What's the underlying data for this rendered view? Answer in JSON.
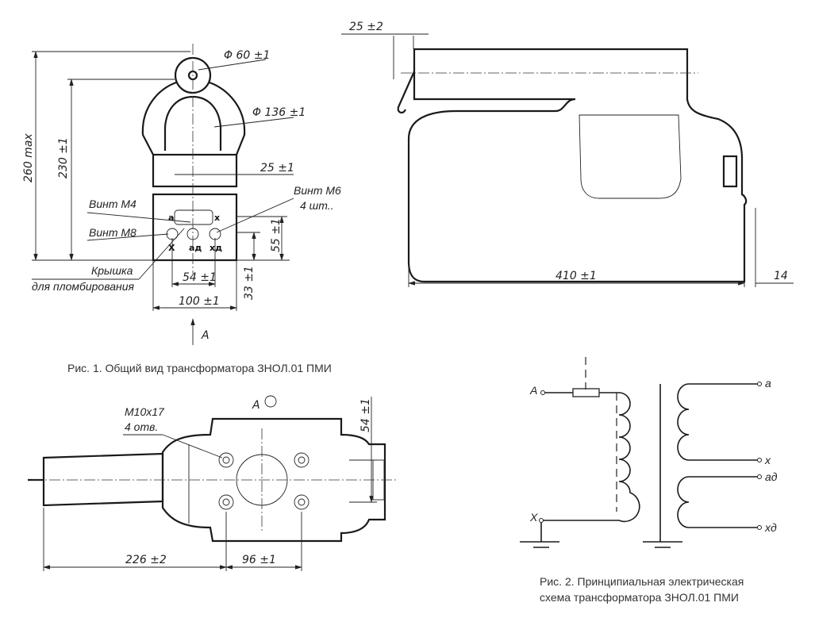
{
  "figure1": {
    "caption": "Рис. 1. Общий вид трансформатора ЗНОЛ.01 ПМИ",
    "front_view": {
      "dim_height_max": "260 max",
      "dim_height": "230 ±1",
      "dim_ring": "Φ 60 ±1",
      "dim_window": "Φ 136 ±1",
      "dim_terminal_gap": "25 ±1",
      "dim_55": "55 ±1",
      "dim_33": "33 ±1",
      "dim_54": "54 ±1",
      "dim_100": "100 ±1",
      "label_screw_m6": "Винт М6",
      "label_screw_m6_qty": "4 шт..",
      "label_screw_m4": "Винт М4",
      "label_screw_m8": "Винт М8",
      "label_cover": "Крышка",
      "label_cover_2": "для пломбирования",
      "terminal_a": "a",
      "terminal_x": "x",
      "terminal_ground_x": "X",
      "terminal_ad": "aд",
      "terminal_xd": "xд",
      "view_arrow_label": "A"
    },
    "side_view": {
      "dim_top": "25 ±2",
      "dim_length": "410 ±1",
      "dim_14": "14"
    },
    "bottom_view": {
      "view_label": "A",
      "label_holes": "M10x17",
      "label_holes_qty": "4 отв.",
      "dim_54": "54 ±1",
      "dim_226": "226 ±2",
      "dim_96": "96 ±1"
    }
  },
  "figure2": {
    "caption_line1": "Рис. 2. Принципиальная электрическая",
    "caption_line2": "схема трансформатора ЗНОЛ.01 ПМИ",
    "terminal_A": "A",
    "terminal_X": "X",
    "terminal_a": "a",
    "terminal_x": "x",
    "terminal_ad": "aд",
    "terminal_xd": "xд"
  }
}
